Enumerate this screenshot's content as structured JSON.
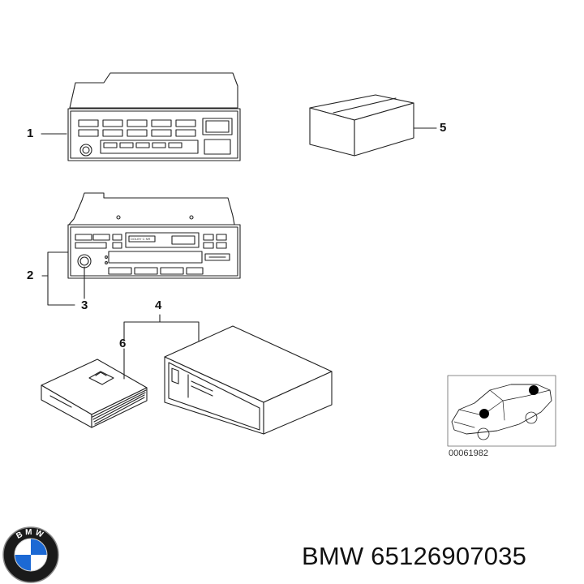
{
  "callouts": {
    "c1": "1",
    "c2": "2",
    "c3": "3",
    "c4": "4",
    "c5": "5",
    "c6": "6"
  },
  "radio_label": "DOLBY C NR",
  "reference_code": "00061982",
  "caption": "BMW 65126907035",
  "logo": {
    "text": "BMW",
    "colors": {
      "blue": "#1c69d4",
      "black": "#1a1a1a",
      "white": "#ffffff"
    }
  }
}
